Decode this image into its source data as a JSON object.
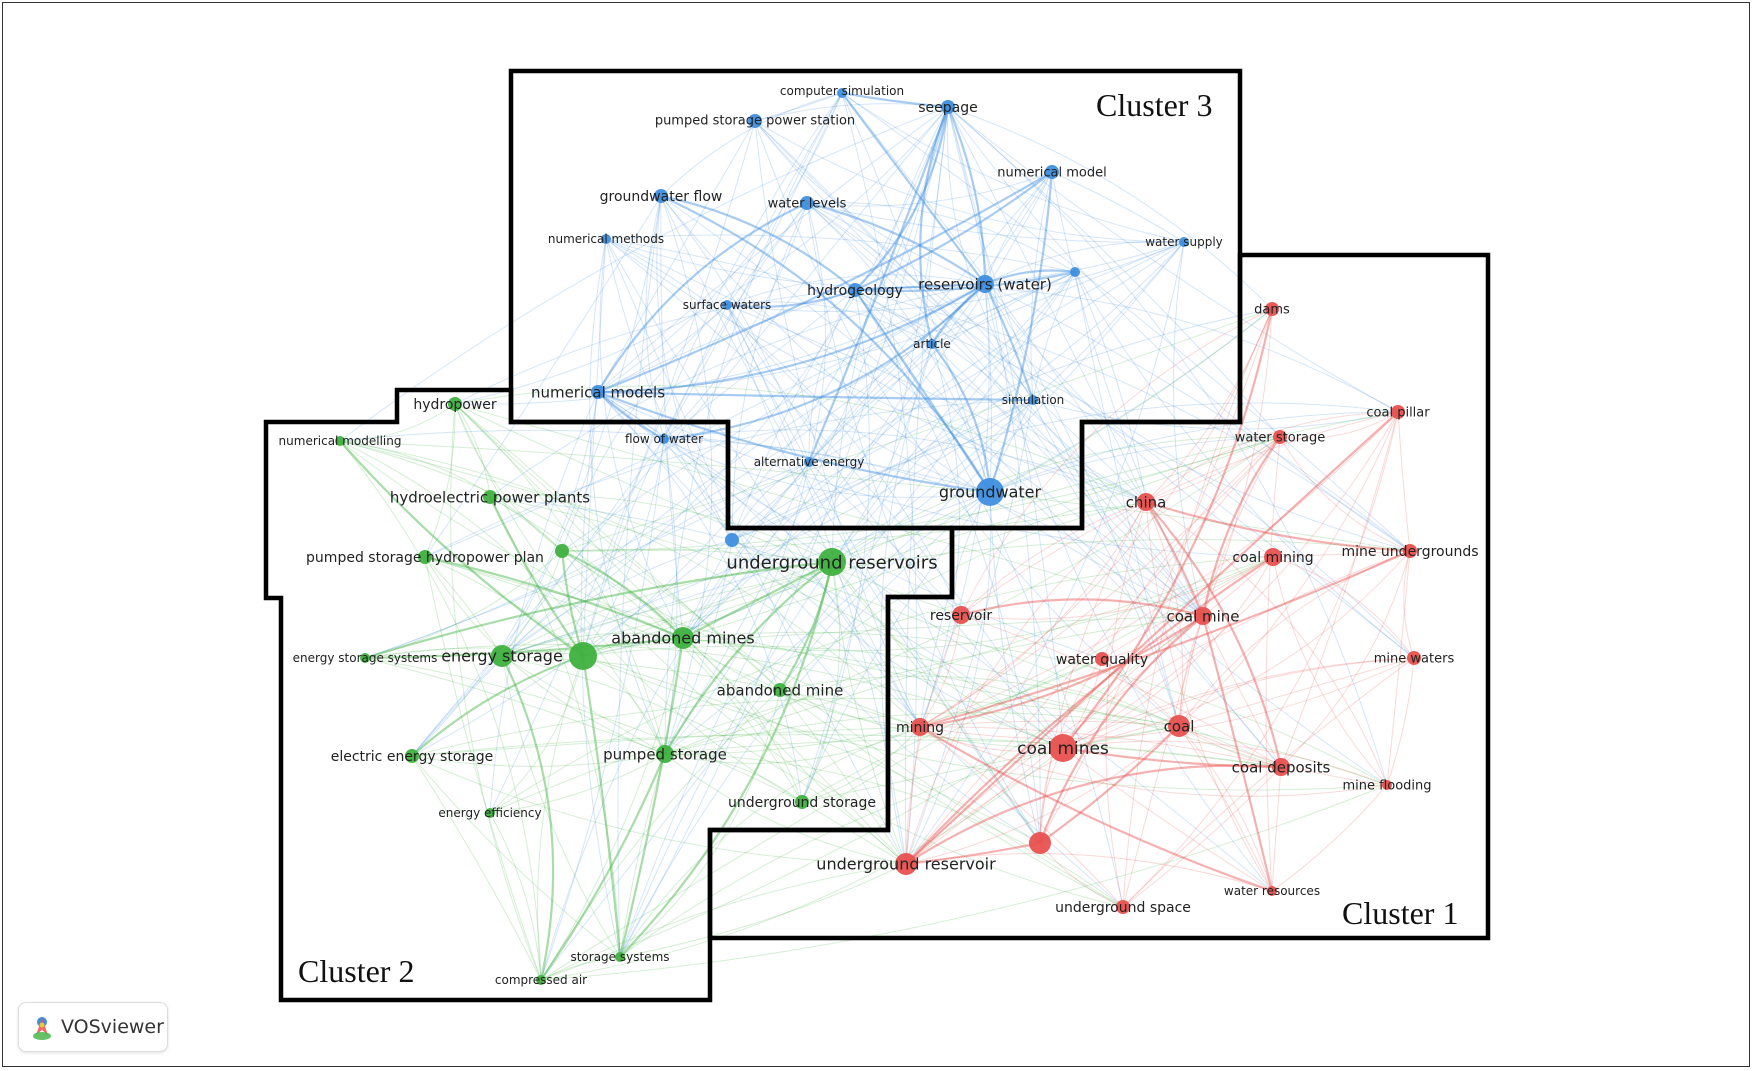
{
  "colors": {
    "cluster1": "#e8514f",
    "cluster2": "#3fb13f",
    "cluster3": "#3f8fdf",
    "boundary": "#000000"
  },
  "badge": {
    "label": "VOSviewer",
    "icon": "vosviewer-logo-icon"
  },
  "clusters": [
    {
      "id": 1,
      "label": "Cluster 1",
      "color": "#e8514f"
    },
    {
      "id": 2,
      "label": "Cluster 2",
      "color": "#3fb13f"
    },
    {
      "id": 3,
      "label": "Cluster 3",
      "color": "#3f8fdf"
    }
  ],
  "nodes": [
    {
      "label": "computer simulation",
      "cluster": 3,
      "weight": 1
    },
    {
      "label": "seepage",
      "cluster": 3,
      "weight": 2
    },
    {
      "label": "pumped storage power station",
      "cluster": 3,
      "weight": 2
    },
    {
      "label": "numerical model",
      "cluster": 3,
      "weight": 2
    },
    {
      "label": "groundwater flow",
      "cluster": 3,
      "weight": 2
    },
    {
      "label": "water levels",
      "cluster": 3,
      "weight": 2
    },
    {
      "label": "numerical methods",
      "cluster": 3,
      "weight": 1
    },
    {
      "label": "water supply",
      "cluster": 3,
      "weight": 1
    },
    {
      "label": "hydrogeology",
      "cluster": 3,
      "weight": 2
    },
    {
      "label": "reservoirs (water)",
      "cluster": 3,
      "weight": 3
    },
    {
      "label": "",
      "cluster": 3,
      "weight": 1
    },
    {
      "label": "surface waters",
      "cluster": 3,
      "weight": 1
    },
    {
      "label": "article",
      "cluster": 3,
      "weight": 1
    },
    {
      "label": "numerical models",
      "cluster": 3,
      "weight": 2
    },
    {
      "label": "simulation",
      "cluster": 3,
      "weight": 1
    },
    {
      "label": "flow of water",
      "cluster": 3,
      "weight": 1
    },
    {
      "label": "alternative energy",
      "cluster": 3,
      "weight": 1
    },
    {
      "label": "groundwater",
      "cluster": 3,
      "weight": 5
    },
    {
      "label": "",
      "cluster": 3,
      "weight": 2
    },
    {
      "label": "hydropower",
      "cluster": 2,
      "weight": 2
    },
    {
      "label": "numerical modelling",
      "cluster": 2,
      "weight": 1
    },
    {
      "label": "hydroelectric power plants",
      "cluster": 2,
      "weight": 2
    },
    {
      "label": "pumped storage hydropower plan",
      "cluster": 2,
      "weight": 2
    },
    {
      "label": "",
      "cluster": 2,
      "weight": 2
    },
    {
      "label": "underground reservoirs",
      "cluster": 2,
      "weight": 5
    },
    {
      "label": "energy storage",
      "cluster": 2,
      "weight": 4
    },
    {
      "label": "",
      "cluster": 2,
      "weight": 5
    },
    {
      "label": "energy storage systems",
      "cluster": 2,
      "weight": 1
    },
    {
      "label": "abandoned mines",
      "cluster": 2,
      "weight": 4
    },
    {
      "label": "abandoned mine",
      "cluster": 2,
      "weight": 2
    },
    {
      "label": "electric energy storage",
      "cluster": 2,
      "weight": 2
    },
    {
      "label": "pumped storage",
      "cluster": 2,
      "weight": 3
    },
    {
      "label": "energy efficiency",
      "cluster": 2,
      "weight": 1
    },
    {
      "label": "underground storage",
      "cluster": 2,
      "weight": 2
    },
    {
      "label": "storage systems",
      "cluster": 2,
      "weight": 1
    },
    {
      "label": "compressed air",
      "cluster": 2,
      "weight": 1
    },
    {
      "label": "dams",
      "cluster": 1,
      "weight": 2
    },
    {
      "label": "coal pillar",
      "cluster": 1,
      "weight": 2
    },
    {
      "label": "water storage",
      "cluster": 1,
      "weight": 2
    },
    {
      "label": "china",
      "cluster": 1,
      "weight": 3
    },
    {
      "label": "coal mining",
      "cluster": 1,
      "weight": 3
    },
    {
      "label": "mine undergrounds",
      "cluster": 1,
      "weight": 2
    },
    {
      "label": "reservoir",
      "cluster": 1,
      "weight": 3
    },
    {
      "label": "coal mine",
      "cluster": 1,
      "weight": 3
    },
    {
      "label": "water quality",
      "cluster": 1,
      "weight": 2
    },
    {
      "label": "mine waters",
      "cluster": 1,
      "weight": 2
    },
    {
      "label": "mining",
      "cluster": 1,
      "weight": 3
    },
    {
      "label": "coal",
      "cluster": 1,
      "weight": 4
    },
    {
      "label": "coal mines",
      "cluster": 1,
      "weight": 5
    },
    {
      "label": "coal deposits",
      "cluster": 1,
      "weight": 3
    },
    {
      "label": "mine flooding",
      "cluster": 1,
      "weight": 1
    },
    {
      "label": "",
      "cluster": 1,
      "weight": 4
    },
    {
      "label": "underground reservoir",
      "cluster": 1,
      "weight": 4
    },
    {
      "label": "water resources",
      "cluster": 1,
      "weight": 1
    },
    {
      "label": "underground space",
      "cluster": 1,
      "weight": 2
    }
  ]
}
